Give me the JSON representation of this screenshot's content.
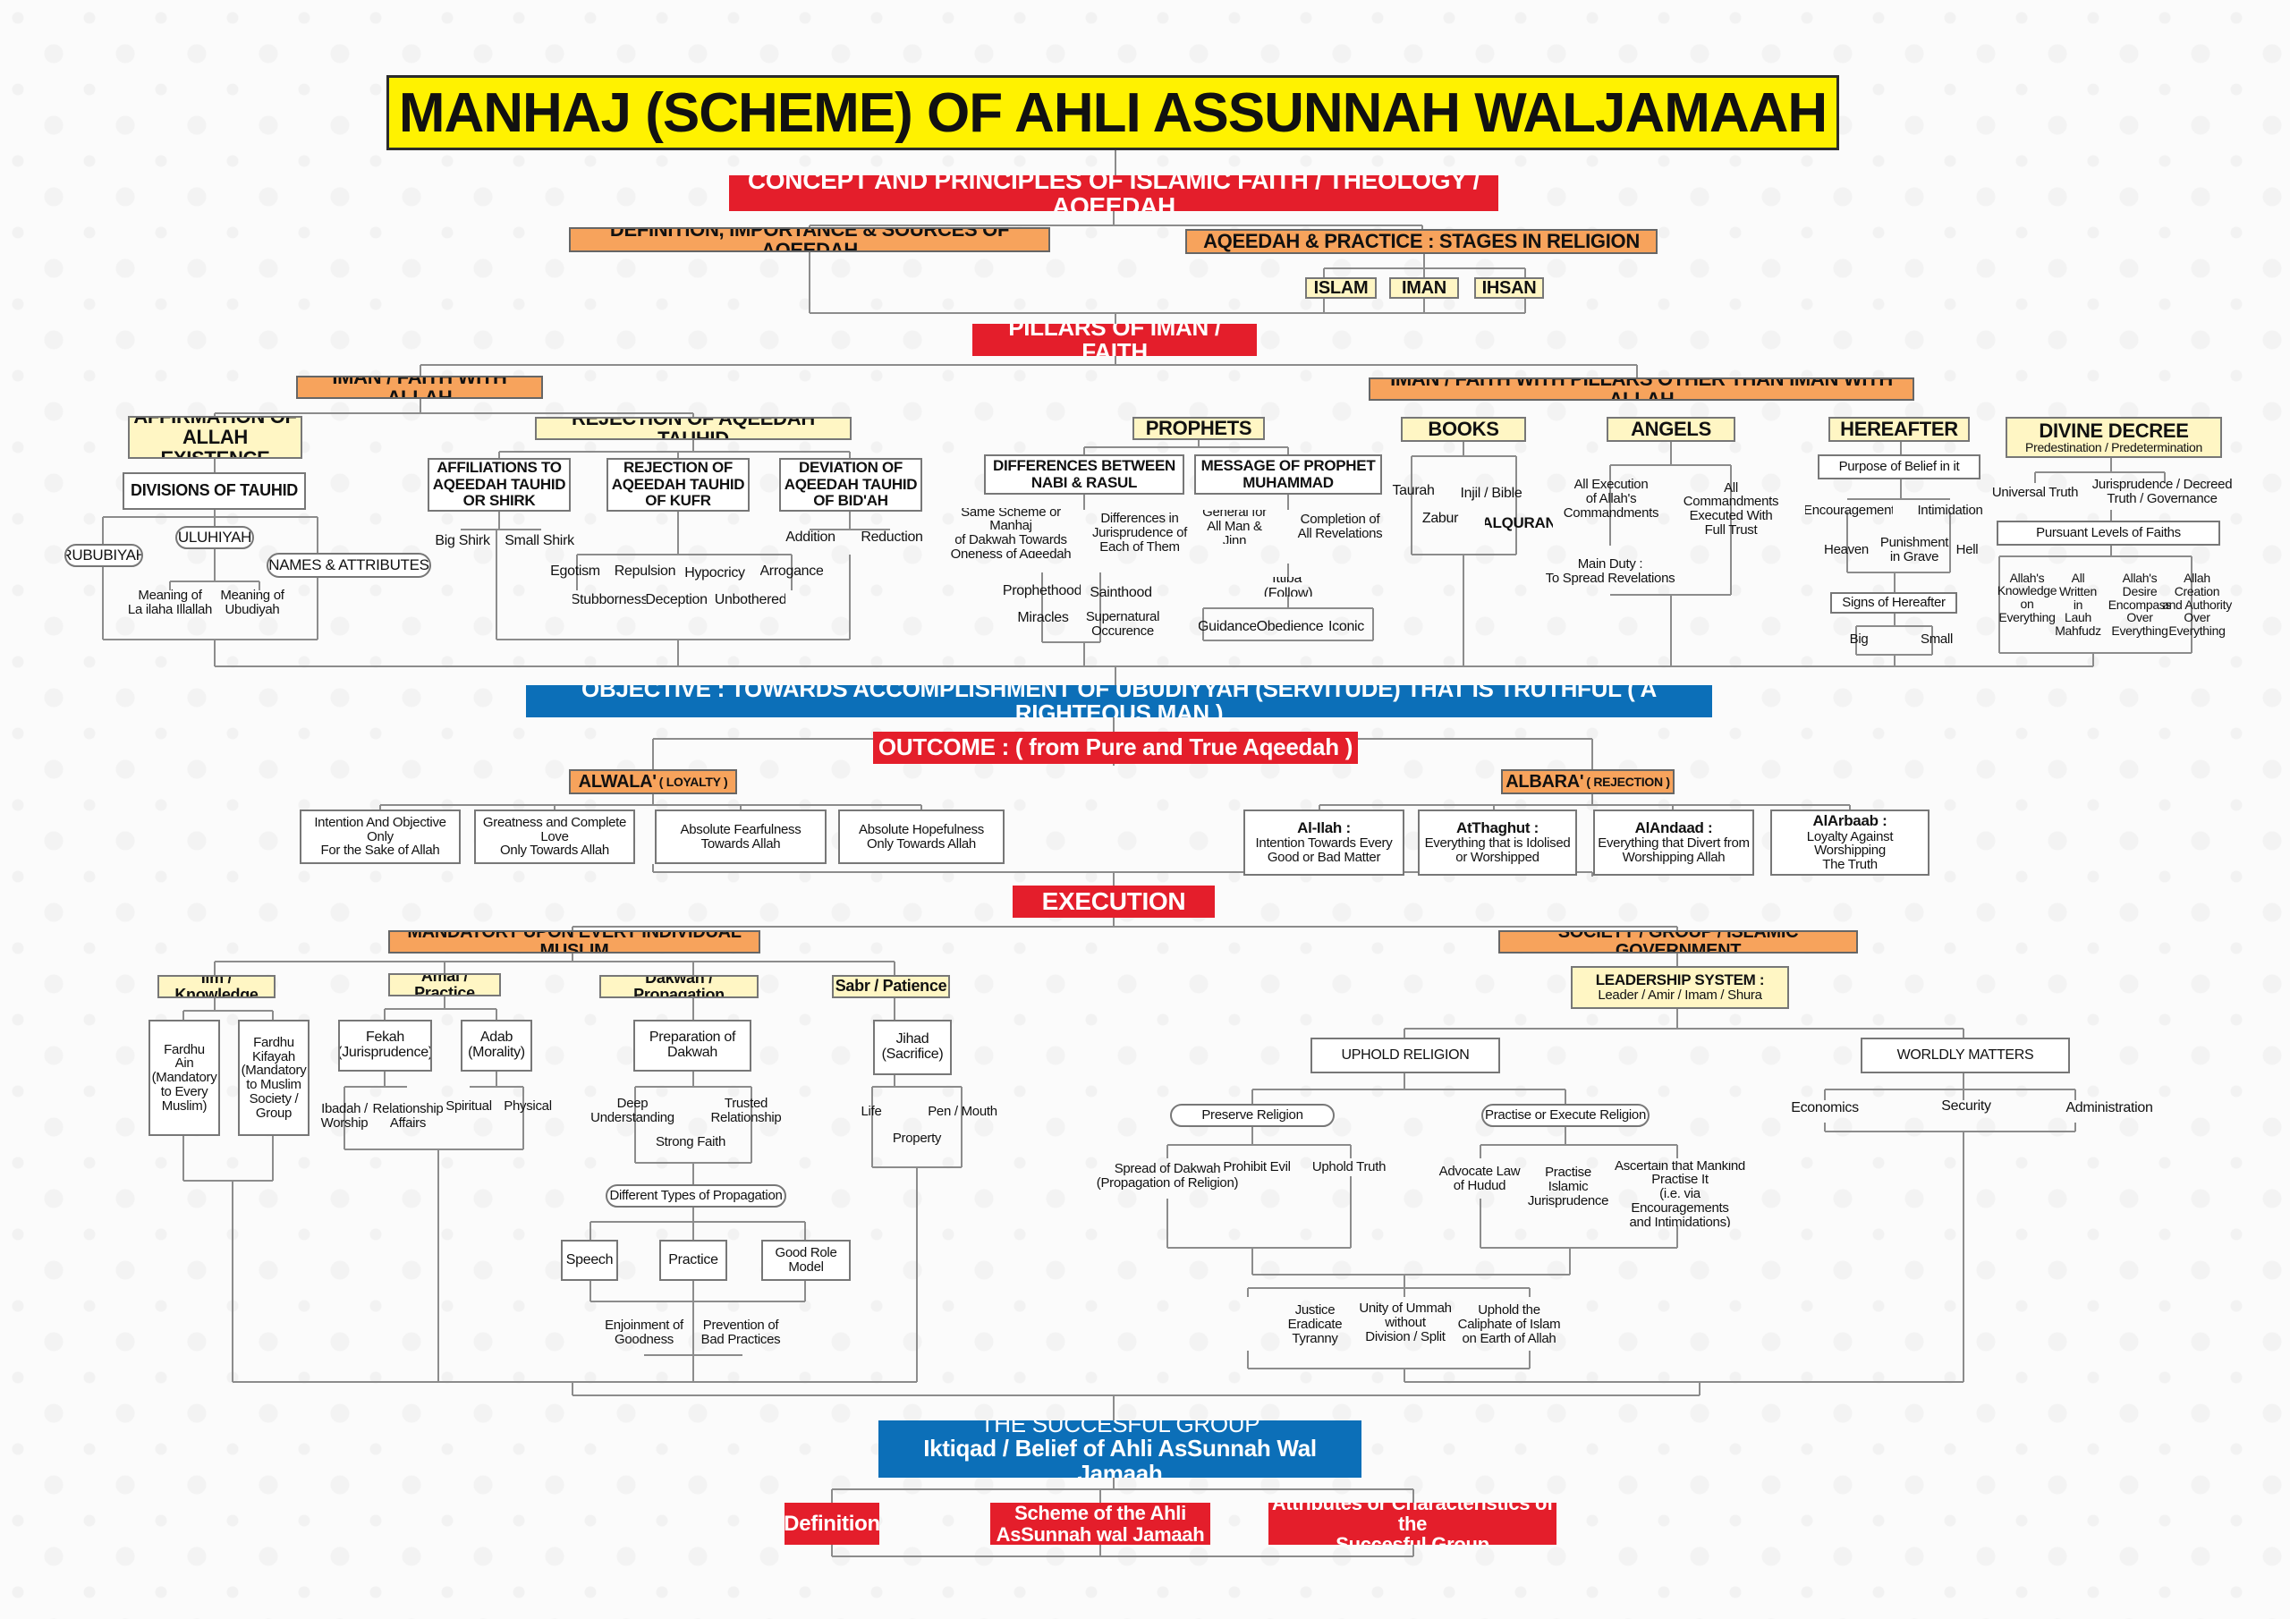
{
  "title": "MANHAJ (SCHEME) OF AHLI ASSUNNAH WALJAMAAH",
  "colors": {
    "title_bg": "#fff200",
    "red": "#e41e2b",
    "blue": "#0c6fb8",
    "orange": "#f7a35c",
    "cream": "#fff6c4",
    "line": "#8c8c8c"
  },
  "concept": "CONCEPT AND PRINCIPLES OF ISLAMIC FAITH / THEOLOGY / AQEEDAH",
  "definition": "DEFINITION, IMPORTANCE & SOURCES OF AQEEDAH",
  "stages": "AQEEDAH & PRACTICE : STAGES IN RELIGION",
  "islam": "ISLAM",
  "iman": "IMAN",
  "ihsan": "IHSAN",
  "pillars": "PILLARS OF IMAN / FAITH",
  "faith_allah": {
    "header": "IMAN / FAITH WITH ALLAH",
    "affirmation": "AFFIRMATION OF\nALLAH EXISTENCE",
    "divisions": "DIVISIONS OF TAUHID",
    "rububiyah": "RUBUBIYAH",
    "uluhiyah": "ULUHIYAH",
    "names": "NAMES & ATTRIBUTES",
    "meaning1": "Meaning of\nLa ilaha Illallah",
    "meaning2": "Meaning of\nUbudiyah",
    "rejection": "REJECTION OF AQEEDAH TAUHID",
    "affiliations": "AFFILIATIONS TO\nAQEEDAH TAUHID\nOR SHIRK",
    "rej_kufr": "REJECTION OF\nAQEEDAH TAUHID\nOF KUFR",
    "deviation": "DEVIATION OF\nAQEEDAH TAUHID\nOF BID'AH",
    "big_shirk": "Big Shirk",
    "small_shirk": "Small Shirk",
    "egotism": "Egotism",
    "repulsion": "Repulsion",
    "hypocricy": "Hypocricy",
    "arrogance": "Arrogance",
    "stubborness": "Stubborness",
    "deception": "Deception",
    "unbothered": "Unbothered",
    "addition": "Addition",
    "reduction": "Reduction"
  },
  "faith_other": {
    "header": "IMAN / FAITH WITH PILLARS OTHER THAN IMAN WITH ALLAH",
    "prophets": "PROPHETS",
    "diff": "DIFFERENCES BETWEEN\nNABI & RASUL",
    "message": "MESSAGE OF PROPHET\nMUHAMMAD",
    "same_scheme": "Same Scheme or Manhaj\nof Dakwah Towards\nOneness of Aqeedah",
    "differences_in": "Differences in\nJurisprudence of\nEach of Them",
    "general_for": "General for\nAll Man & Jinn",
    "completion": "Completion of\nAll Revelations",
    "prophethood": "Prophethood",
    "sainthood": "Sainthood",
    "miracles": "Miracles",
    "supernatural": "Supernatural\nOccurence",
    "ittiba": "Ittiba' (Follow)",
    "guidance": "Guidance",
    "obedience": "Obedience",
    "iconic": "Iconic",
    "books": "BOOKS",
    "taurah": "Taurah",
    "injil": "Injil / Bible",
    "zabur": "Zabur",
    "alquran": "ALQURAN",
    "angels": "ANGELS",
    "all_execution": "All Execution\nof Allah's\nCommandments",
    "all_commandments": "All\nCommandments\nExecuted With\nFull Trust",
    "main_duty": "Main Duty :\nTo Spread Revelations",
    "hereafter": "HEREAFTER",
    "purpose": "Purpose of Belief in it",
    "encouragement": "Encouragement",
    "intimidation": "Intimidation",
    "heaven": "Heaven",
    "punishment": "Punishment\nin Grave",
    "hell": "Hell",
    "signs": "Signs of Hereafter",
    "big": "Big",
    "small": "Small",
    "divine": "DIVINE DECREE",
    "divine_sub": "Predestination / Predetermination",
    "universal": "Universal Truth",
    "jurisprudence_decreed": "Jurisprudence / Decreed\nTruth / Governance",
    "pursuant": "Pursuant Levels of Faiths",
    "knowledge": "Allah's\nKnowledge\non\nEverything",
    "written": "All\nWritten\nin\nLauh\nMahfudz",
    "desire": "Allah's\nDesire\nEncompass\nOver\nEverything",
    "creation": "Allah\nCreation\nand Authority\nOver\nEverything"
  },
  "objective": "OBJECTIVE : TOWARDS ACCOMPLISHMENT OF  UBUDIYYAH (SERVITUDE) THAT IS TRUTHFUL ( A RIGHTEOUS MAN )",
  "outcome": "OUTCOME : ( from Pure and True Aqeedah )",
  "alwala": {
    "header": "ALWALA'",
    "sub": "( LOYALTY )",
    "items": [
      "Intention And Objective Only\nFor the Sake of Allah",
      "Greatness and Complete Love\nOnly Towards Allah",
      "Absolute Fearfulness\nTowards Allah",
      "Absolute Hopefulness\nOnly Towards Allah"
    ]
  },
  "albara": {
    "header": "ALBARA'",
    "sub": "( REJECTION )",
    "items": [
      {
        "head": "Al-Ilah :",
        "text": "Intention Towards Every\nGood or Bad Matter"
      },
      {
        "head": "AtThaghut :",
        "text": "Everything that is Idolised\nor Worshipped"
      },
      {
        "head": "AlAndaad :",
        "text": "Everything that Divert from\nWorshipping Allah"
      },
      {
        "head": "AlArbaab :",
        "text": "Loyalty Against Worshipping\nThe Truth"
      }
    ]
  },
  "execution": "EXECUTION",
  "mandatory": {
    "header": "MANDATORY UPON EVERY INDIVIDUAL MUSLIM",
    "ilm": "Ilm / Knowledge",
    "fardhu_ain": "Fardhu\nAin\n(Mandatory\nto Every\nMuslim)",
    "fardhu_kifayah": "Fardhu\nKifayah\n(Mandatory\nto Muslim\nSociety /\nGroup",
    "amal": "Amal / Practice",
    "fekah": "Fekah\n(Jurisprudence)",
    "adab": "Adab\n(Morality)",
    "ibadah": "Ibadah /\nWorship",
    "relationship_affairs": "Relationship\nAffairs",
    "spiritual": "Spiritual",
    "physical": "Physical",
    "dakwah": "Dakwah / Propagation",
    "preparation": "Preparation of\nDakwah",
    "deep": "Deep\nUnderstanding",
    "trusted": "Trusted\nRelationship",
    "strong_faith": "Strong Faith",
    "different_types": "Different Types of Propagation",
    "speech": "Speech",
    "practice": "Practice",
    "good_role": "Good Role\nModel",
    "enjoinment": "Enjoinment of\nGoodness",
    "prevention": "Prevention of\nBad Practices",
    "sabr": "Sabr / Patience",
    "jihad": "Jihad\n(Sacrifice)",
    "life": "Life",
    "pen_mouth": "Pen / Mouth",
    "property": "Property"
  },
  "society": {
    "header": "SOCIETY / GROUP / ISLAMIC GOVERNMENT",
    "leadership": "LEADERSHIP SYSTEM :",
    "leadership_sub": "Leader / Amir / Imam / Shura",
    "uphold_religion": "UPHOLD RELIGION",
    "worldly": "WORLDLY MATTERS",
    "economics": "Economics",
    "security": "Security",
    "administration": "Administration",
    "preserve": "Preserve Religion",
    "practise_execute": "Practise or Execute Religion",
    "spread": "Spread of Dakwah\n(Propagation of Religion)",
    "prohibit": "Prohibit Evil",
    "uphold_truth": "Uphold Truth",
    "advocate": "Advocate Law\nof Hudud",
    "practise_islamic": "Practise\nIslamic\nJurisprudence",
    "ascertain": "Ascertain that Mankind\nPractise It\n(i.e. via Encouragements\nand Intimidations)",
    "justice": "Justice\nEradicate\nTyranny",
    "unity": "Unity of Ummah\nwithout\nDivision / Split",
    "caliphate": "Uphold the\nCaliphate of Islam\non Earth of Allah"
  },
  "successful": {
    "title": "THE SUCCESFUL GROUP",
    "sub": "Iktiqad / Belief of Ahli AsSunnah Wal Jamaah",
    "definition": "Definition",
    "scheme": "Scheme of the Ahli\nAsSunnah wal Jamaah",
    "attributes": "Attributes or Characteristics of the\nSuccesful Group"
  }
}
